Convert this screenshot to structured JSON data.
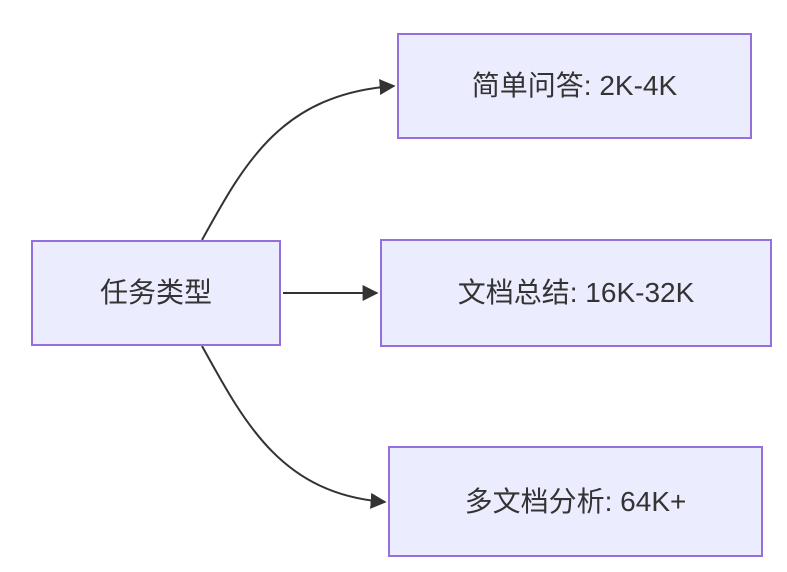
{
  "diagram": {
    "type": "flowchart",
    "background_color": "#ffffff",
    "node_fill_color": "#ECECFF",
    "node_border_color": "#9370DB",
    "edge_color": "#333333",
    "text_color": "#333333",
    "root": {
      "id": "task-type",
      "label": "任务类型"
    },
    "children": [
      {
        "id": "simple-qa",
        "label": "简单问答: 2K-4K"
      },
      {
        "id": "doc-summary",
        "label": "文档总结: 16K-32K"
      },
      {
        "id": "multi-doc",
        "label": "多文档分析: 64K+"
      }
    ],
    "edges": [
      {
        "from": "task-type",
        "to": "simple-qa",
        "arrow": "filled-triangle"
      },
      {
        "from": "task-type",
        "to": "doc-summary",
        "arrow": "filled-triangle"
      },
      {
        "from": "task-type",
        "to": "multi-doc",
        "arrow": "filled-triangle"
      }
    ]
  }
}
